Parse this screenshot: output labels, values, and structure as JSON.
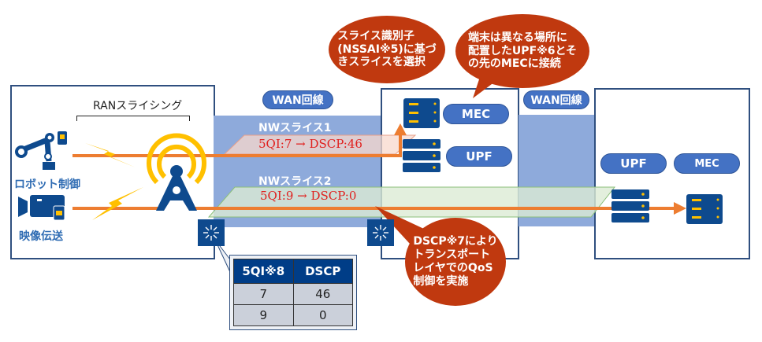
{
  "ran": {
    "title": "RANスライシング",
    "devices": [
      {
        "label": "ロボット制御",
        "icon": "robot-arm-icon"
      },
      {
        "label": "映像伝送",
        "icon": "video-camera-icon"
      }
    ]
  },
  "wan": [
    {
      "label": "WAN回線"
    },
    {
      "label": "WAN回線"
    }
  ],
  "slices": [
    {
      "name": "NWスライス1",
      "mapping": "5QI:7 → DSCP:46",
      "color": "#f8d8cc"
    },
    {
      "name": "NWスライス2",
      "mapping": "5QI:9 → DSCP:0",
      "color": "#dcebd4"
    }
  ],
  "site_middle": {
    "mec": "MEC",
    "upf": "UPF"
  },
  "site_right": {
    "upf": "UPF",
    "mec": "MEC"
  },
  "callouts": {
    "nssai": [
      "スライス識別子",
      "(NSSAI※5)に基づ",
      "きスライスを選択"
    ],
    "upf": [
      "端末は異なる場所に",
      "配置したUPF※6とそ",
      "の先のMECに接続"
    ],
    "dscp": [
      "DSCP※7により",
      "トランスポート",
      "レイヤでのQoS",
      "制御を実施"
    ]
  },
  "qos_table": {
    "headers": [
      "5QI※8",
      "DSCP"
    ],
    "rows": [
      [
        "7",
        "46"
      ],
      [
        "9",
        "0"
      ]
    ]
  },
  "colors": {
    "accent_orange": "#ed7d31",
    "navy": "#0e4a8e",
    "wan_blue": "#8eaadb",
    "pill_blue": "#4472c4",
    "callout_red": "#c0390f",
    "signal_yellow": "#ffc000"
  }
}
